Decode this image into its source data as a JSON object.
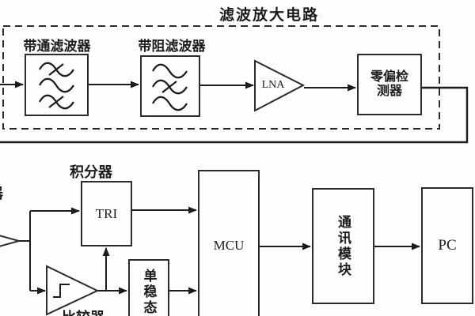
{
  "title": "滤波放大电路",
  "top_section": {
    "bandpass": {
      "label": "带通滤波器"
    },
    "bandstop": {
      "label": "带阻滤波器"
    },
    "lna": {
      "label": "LNA"
    },
    "zero_offset_detector": {
      "label": "零偏检测器"
    }
  },
  "bottom_section": {
    "integrator": {
      "label": "积分器",
      "box_text": "TRI"
    },
    "comparator": {
      "label": "比较器"
    },
    "monostable": {
      "label": "单稳态"
    },
    "mcu": {
      "label": "MCU"
    },
    "comm_module": {
      "label": "通讯模块"
    },
    "pc": {
      "label": "PC"
    },
    "edge_fragment": "器"
  },
  "colors": {
    "line": "#2b2b2b",
    "background": "#fdfdfd"
  }
}
